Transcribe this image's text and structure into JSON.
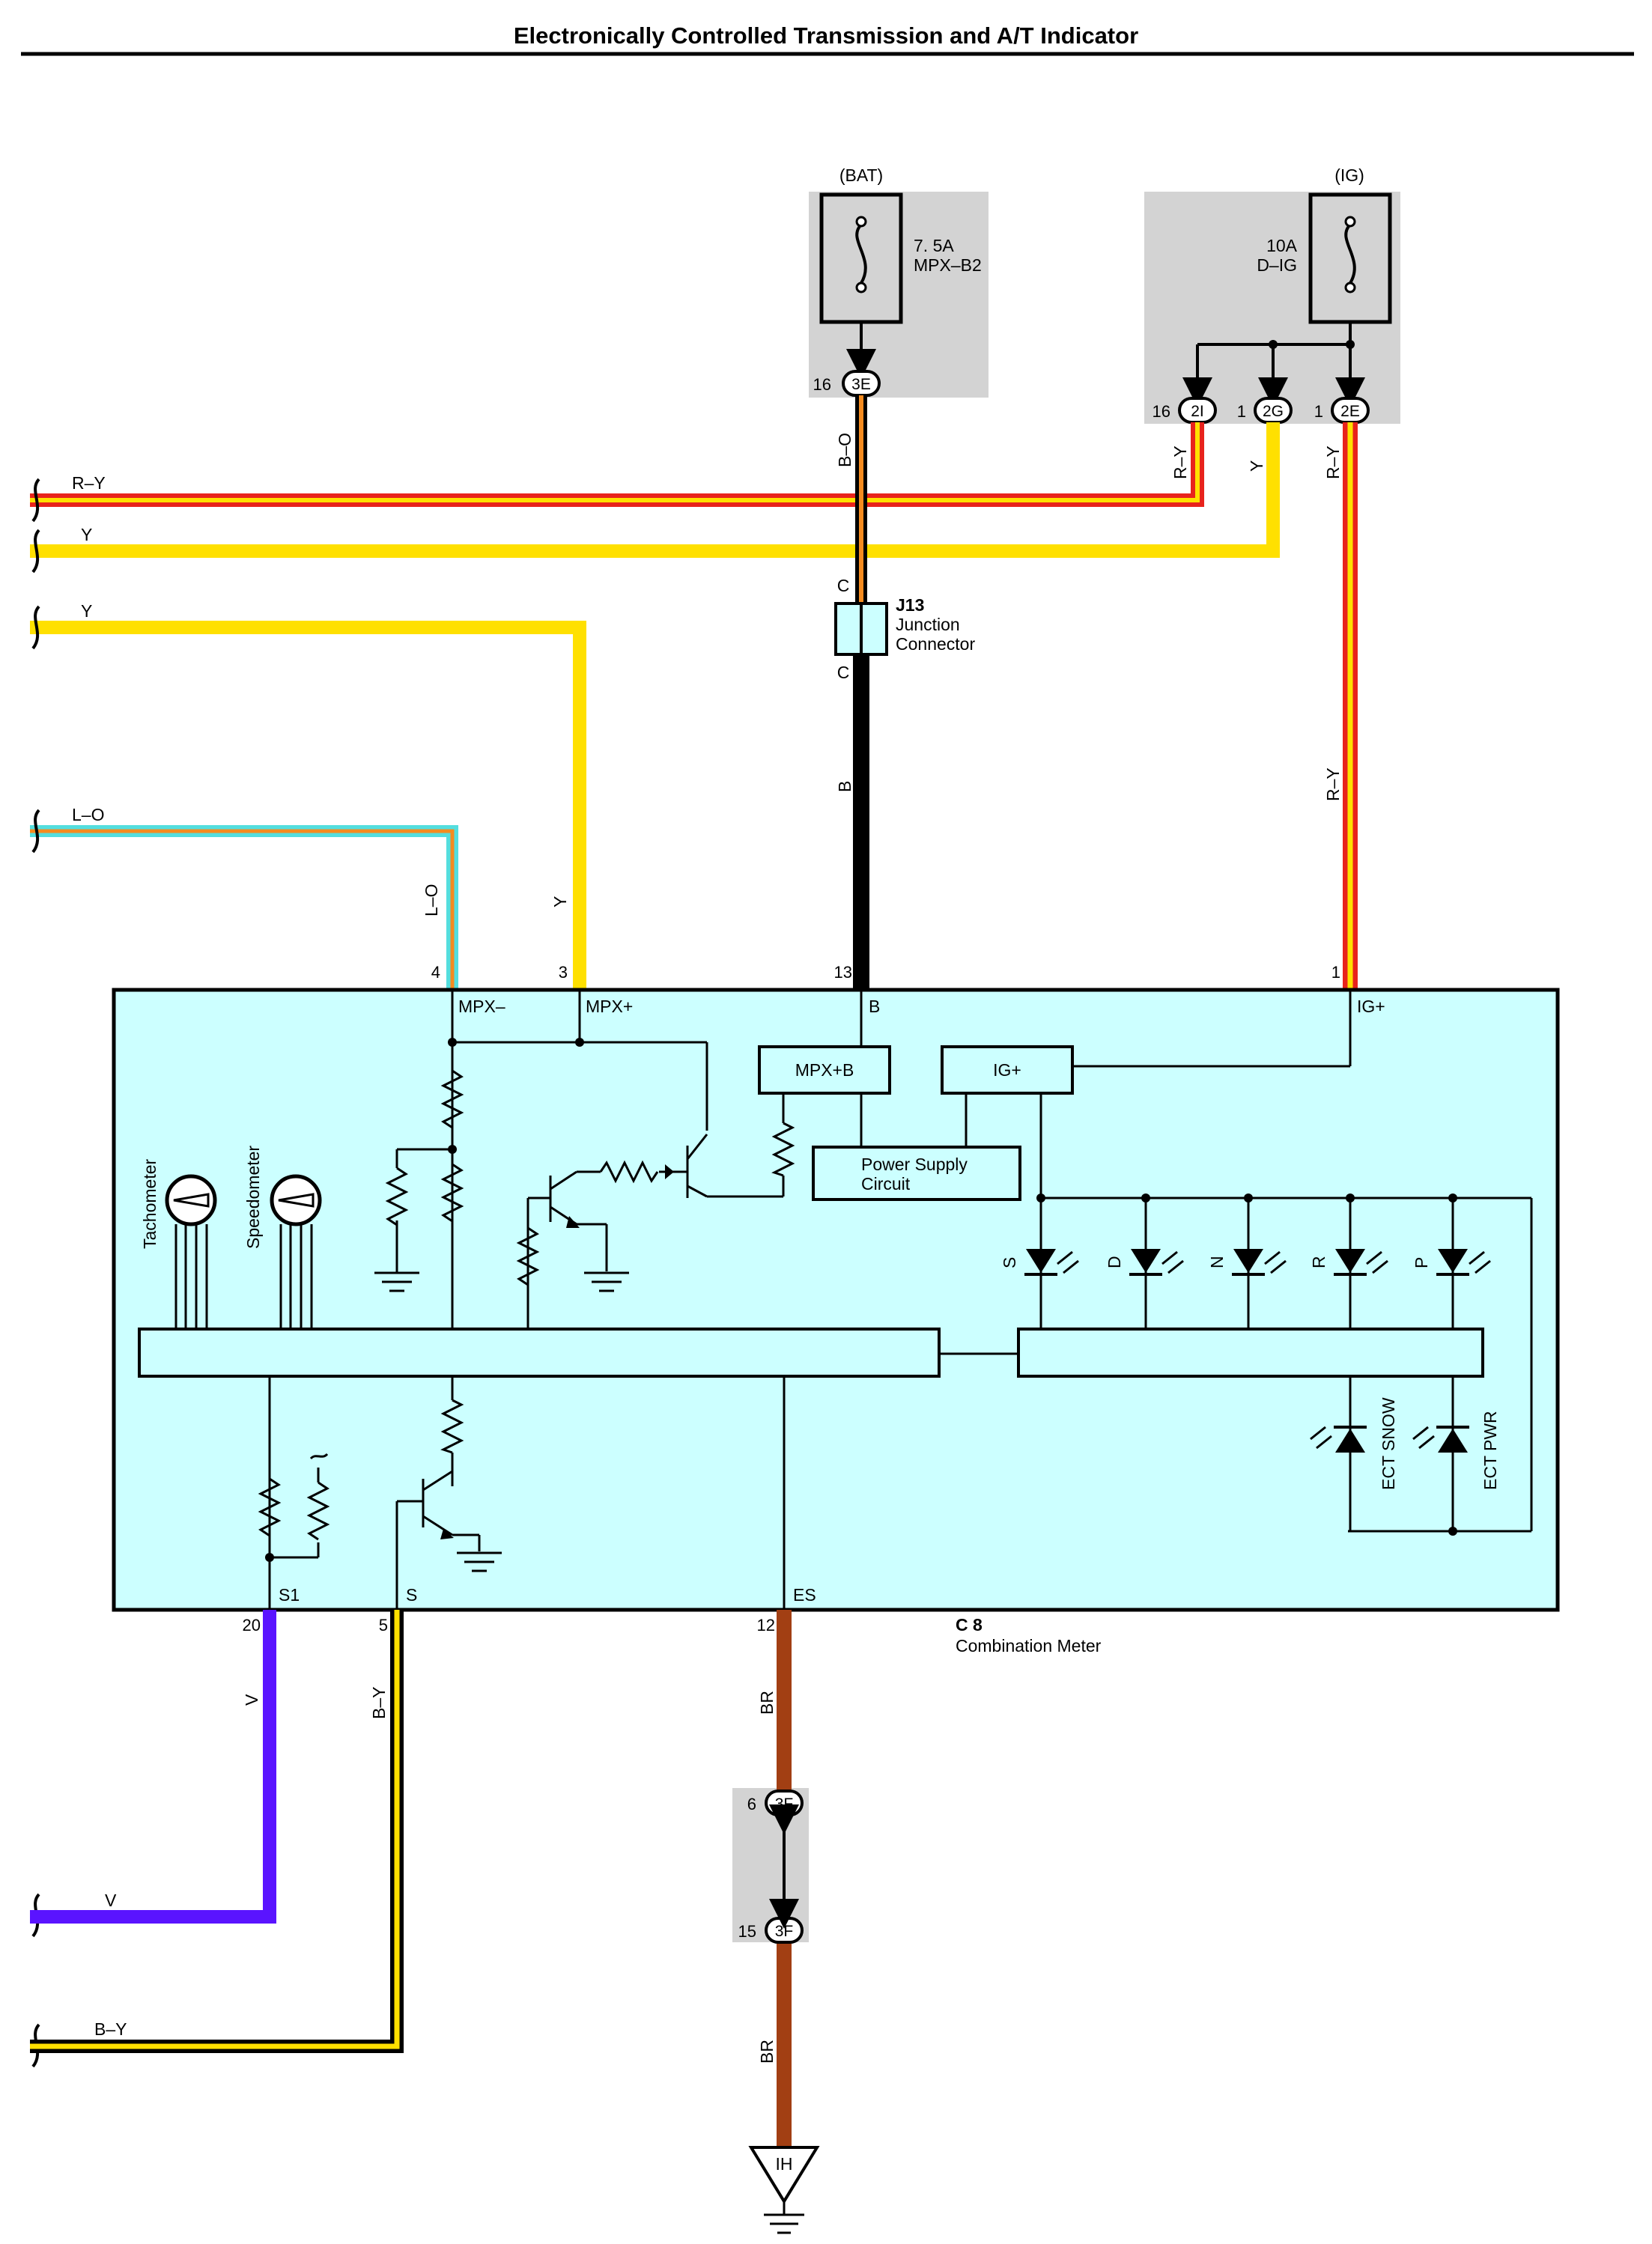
{
  "title": "Electronically Controlled Transmission and A/T Indicator",
  "colors": {
    "red": "#e8231c",
    "yellow": "#ffe000",
    "orange": "#f58b1f",
    "cyan": "#54dede",
    "black": "#000000",
    "violet": "#5a14ff",
    "brown": "#a23f13",
    "meter_fill": "#ccffff",
    "fuse_bg": "#d3d3d3"
  },
  "fuses": {
    "bat": {
      "source": "(BAT)",
      "rating": "7. 5A",
      "name": "MPX–B2",
      "connector": "3E",
      "pin": "16"
    },
    "ig": {
      "source": "(IG)",
      "rating": "10A",
      "name": "D–IG",
      "connectors": [
        {
          "id": "2I",
          "pin": "16"
        },
        {
          "id": "2G",
          "pin": "1"
        },
        {
          "id": "2E",
          "pin": "1"
        }
      ]
    }
  },
  "wires": {
    "ry_top": "R–Y",
    "y_top": "Y",
    "y_mid": "Y",
    "lo": "L–O",
    "bo": "B–O",
    "b": "B",
    "ry_v1": "R–Y",
    "y_v": "Y",
    "ry_v2": "R–Y",
    "ry_v3": "R–Y",
    "lo_v": "L–O",
    "y_v2": "Y",
    "v_v": "V",
    "by_v": "B–Y",
    "br_v1": "BR",
    "br_v2": "BR",
    "v_left": "V",
    "by_left": "B–Y"
  },
  "junction": {
    "id": "J13",
    "line1": "Junction",
    "line2": "Connector",
    "pin_top": "C",
    "pin_bottom": "C"
  },
  "meter": {
    "id": "C 8",
    "name": "Combination Meter",
    "pins": {
      "mpx_minus": "4",
      "mpx_plus": "3",
      "b": "13",
      "ig_plus": "1",
      "s1": "20",
      "s": "5",
      "es": "12"
    },
    "terminals": {
      "mpx_minus": "MPX–",
      "mpx_plus": "MPX+",
      "b": "B",
      "ig_plus": "IG+",
      "s1": "S1",
      "s": "S",
      "es": "ES"
    },
    "blocks": {
      "mpxb": "MPX+B",
      "igp": "IG+",
      "psu_line1": "Power Supply",
      "psu_line2": "Circuit"
    },
    "gauges": [
      "Tachometer",
      "Speedometer"
    ],
    "leds": [
      "S",
      "D",
      "N",
      "R",
      "P"
    ],
    "indicators": [
      "ECT SNOW",
      "ECT PWR"
    ]
  },
  "ground_connector": {
    "id": "3F",
    "pin_top": "6",
    "pin_bottom": "15"
  },
  "ground": {
    "id": "IH"
  }
}
